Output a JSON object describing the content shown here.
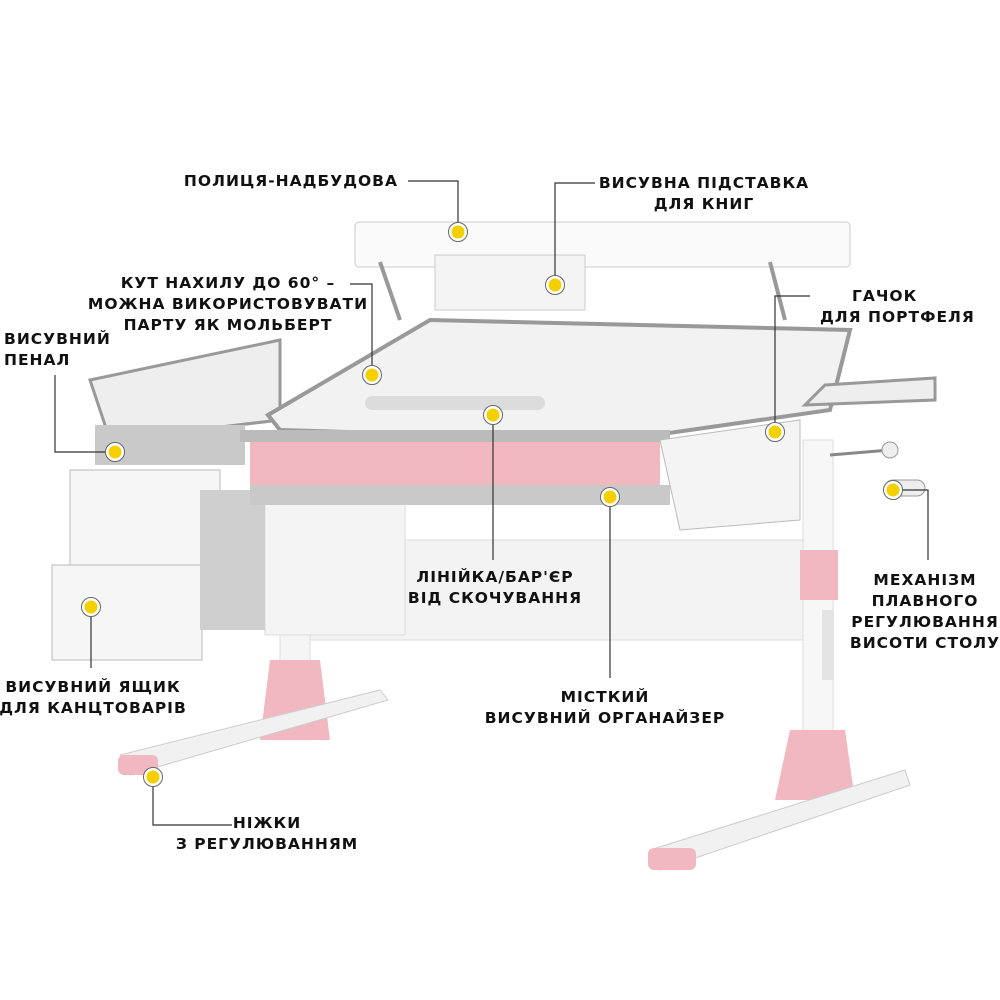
{
  "colors": {
    "dot": "#f5d000",
    "accent_pink": "#f2b8c2",
    "desk_gray": "#9a9a9a",
    "line": "#333333"
  },
  "callouts": {
    "shelf": {
      "lines": [
        "ПОЛИЦЯ-НАДБУДОВА"
      ]
    },
    "book_stand": {
      "lines": [
        "ВИСУВНА ПІДСТАВКА",
        "ДЛЯ КНИГ"
      ]
    },
    "tilt": {
      "lines": [
        "КУТ НАХИЛУ ДО 60° –",
        "МОЖНА ВИКОРИСТОВУВАТИ",
        "ПАРТУ ЯК МОЛЬБЕРТ"
      ]
    },
    "pencil_case": {
      "lines": [
        "ВИСУВНИЙ",
        "ПЕНАЛ"
      ]
    },
    "hook": {
      "lines": [
        "ГАЧОК",
        "ДЛЯ ПОРТФЕЛЯ"
      ]
    },
    "ruler": {
      "lines": [
        "ЛІНІЙКА/БАР'ЄР",
        "ВІД СКОЧУВАННЯ"
      ]
    },
    "mechanism": {
      "lines": [
        "МЕХАНІЗМ",
        "ПЛАВНОГО",
        "РЕГУЛЮВАННЯ",
        "ВИСОТИ СТОЛУ"
      ]
    },
    "organizer": {
      "lines": [
        "МІСТКИЙ",
        "ВИСУВНИЙ ОРГАНАЙЗЕР"
      ]
    },
    "drawer": {
      "lines": [
        "ВИСУВНИЙ ЯЩИК",
        "ДЛЯ КАНЦТОВАРІВ"
      ]
    },
    "legs": {
      "lines": [
        "НІЖКИ",
        "З РЕГУЛЮВАННЯМ"
      ]
    }
  }
}
